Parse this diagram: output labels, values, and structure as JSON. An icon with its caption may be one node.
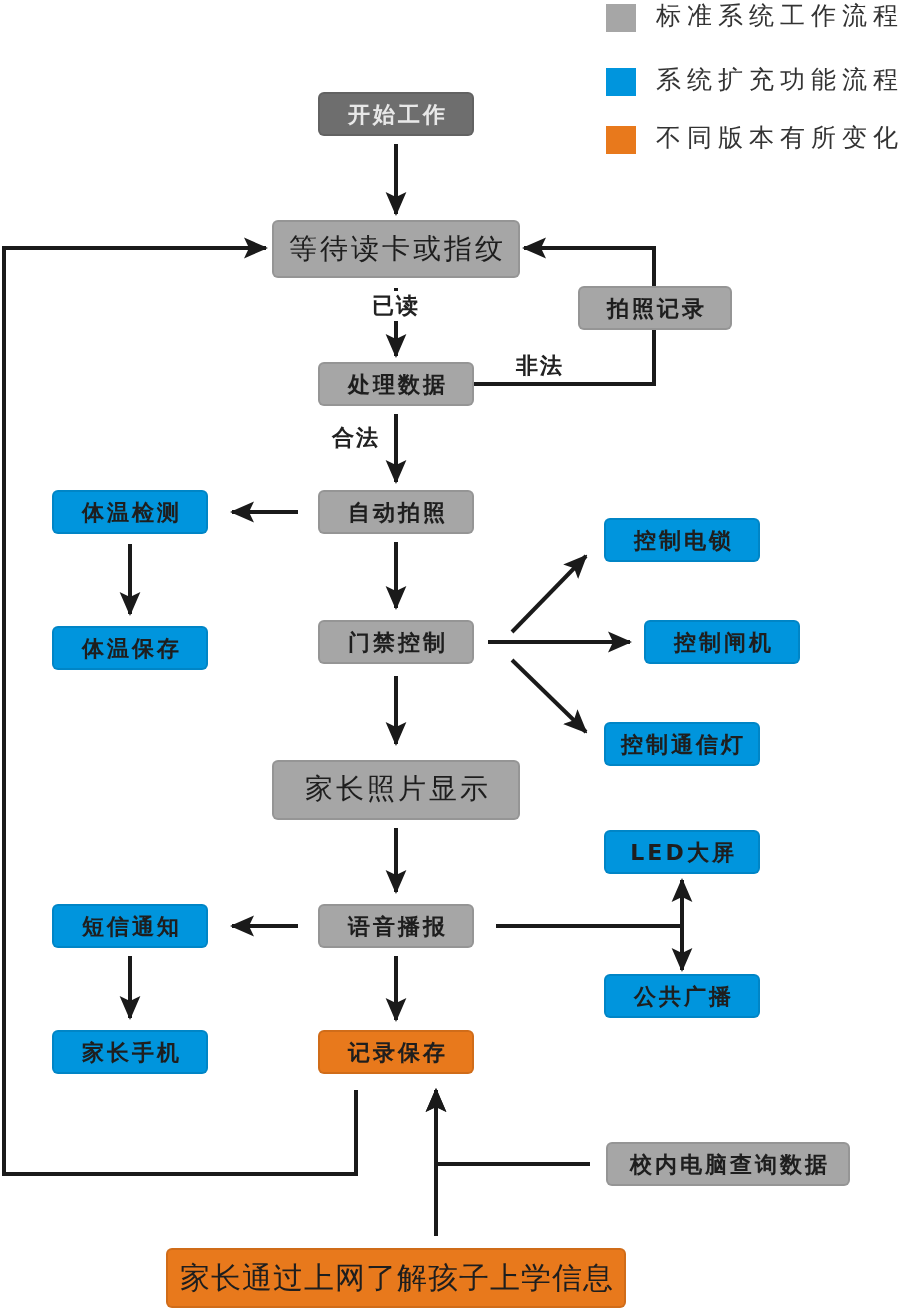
{
  "diagram": {
    "nodes": [
      {
        "text": [
          "开始工作"
        ]
      },
      {
        "text": [
          "等待读卡或指纹"
        ]
      },
      {
        "text": [
          "拍照记录"
        ]
      },
      {
        "text": [
          "处理数据"
        ]
      },
      {
        "text": [
          "自动拍照"
        ]
      },
      {
        "text": [
          "体温检测"
        ]
      },
      {
        "text": [
          "体温保存"
        ]
      },
      {
        "text": [
          "门禁控制"
        ]
      },
      {
        "text": [
          "控制电锁"
        ]
      },
      {
        "text": [
          "控制闸机"
        ]
      },
      {
        "text": [
          "控制通信灯"
        ]
      },
      {
        "text": [
          "家长照片显示"
        ]
      },
      {
        "text": [
          "LED大屏"
        ]
      },
      {
        "text": [
          "语音播报"
        ]
      },
      {
        "text": [
          "短信通知"
        ]
      },
      {
        "text": [
          "公共广播"
        ]
      },
      {
        "text": [
          "家长手机"
        ]
      },
      {
        "text": [
          "记录保存"
        ]
      },
      {
        "text": [
          "校内电脑查询数据"
        ]
      },
      {
        "text": [
          "家长通过上网了解孩子上学信息"
        ]
      }
    ],
    "edges": [
      {
        "from": 0,
        "to": 1,
        "arrow": "to"
      },
      {
        "from": 1,
        "to": 3,
        "arrow": "to",
        "label": "已读"
      },
      {
        "from": 3,
        "to": 2,
        "arrow": "none",
        "label": "非法"
      },
      {
        "from": 2,
        "to": 1,
        "arrow": "to"
      },
      {
        "from": 3,
        "to": 4,
        "arrow": "to",
        "label": "合法"
      },
      {
        "from": 4,
        "to": 5,
        "arrow": "to"
      },
      {
        "from": 5,
        "to": 6,
        "arrow": "to"
      },
      {
        "from": 4,
        "to": 7,
        "arrow": "to"
      },
      {
        "from": 7,
        "to": 8,
        "arrow": "to"
      },
      {
        "from": 7,
        "to": 9,
        "arrow": "to"
      },
      {
        "from": 7,
        "to": 10,
        "arrow": "to"
      },
      {
        "from": 7,
        "to": 11,
        "arrow": "to"
      },
      {
        "from": 11,
        "to": 13,
        "arrow": "to"
      },
      {
        "from": 13,
        "to": 14,
        "arrow": "to"
      },
      {
        "from": 14,
        "to": 16,
        "arrow": "to"
      },
      {
        "from": 13,
        "to": 17,
        "arrow": "to"
      },
      {
        "from": 13,
        "to": 12,
        "arrow": "to"
      },
      {
        "from": 13,
        "to": 15,
        "arrow": "to"
      },
      {
        "from": 17,
        "to": 1,
        "arrow": "to"
      },
      {
        "from": 19,
        "to": 17,
        "arrow": "to"
      },
      {
        "from": 18,
        "to": 17,
        "arrow": "to"
      }
    ],
    "legend": [
      {
        "text": "标准系统工作流程",
        "color": "#a6a6a6"
      },
      {
        "text": "系统扩充功能流程",
        "color": "#0095dd"
      },
      {
        "text": "不同版本有所变化",
        "color": "#e8791c"
      }
    ]
  }
}
